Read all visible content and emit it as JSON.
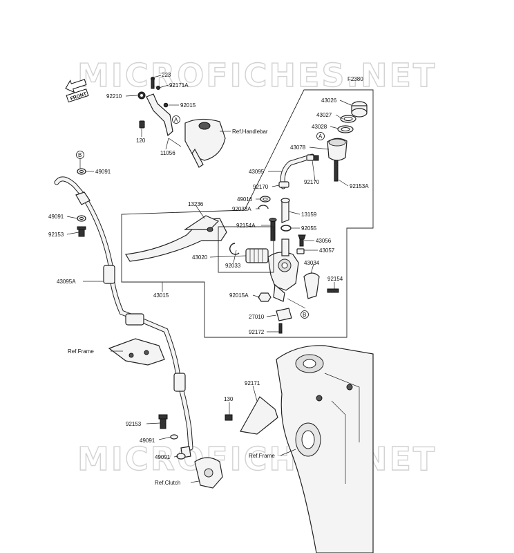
{
  "diagram": {
    "figure_code": "F2380",
    "watermark": "MICROFICHES.NET",
    "front_label": "FRONT",
    "callouts": [
      "A",
      "B"
    ],
    "ref_labels": {
      "handlebar": "Ref.Handlebar",
      "frame_left": "Ref.Frame",
      "frame_bottom": "Ref.Frame",
      "clutch": "Ref.Clutch"
    },
    "parts": {
      "p223": "223",
      "p92171A": "92171A",
      "p92210": "92210",
      "p92015": "92015",
      "p120": "120",
      "p11056": "11056",
      "p49091_top": "49091",
      "p49091_mid": "49091",
      "p92153_left": "92153",
      "p43095A": "43095A",
      "p43015": "43015",
      "p13236": "13236",
      "p43020": "43020",
      "p92033": "92033",
      "p92015A": "92015A",
      "p27010": "27010",
      "p92172": "92172",
      "p43026": "43026",
      "p43027": "43027",
      "p43028": "43028",
      "p43078": "43078",
      "p43095": "43095",
      "p92170_a": "92170",
      "p92170_b": "92170",
      "p92153A": "92153A",
      "p49016": "49016",
      "p92033A": "92033A",
      "p13159": "13159",
      "p92154A": "92154A",
      "p92055": "92055",
      "p43056": "43056",
      "p43057": "43057",
      "p43034": "43034",
      "p92154": "92154",
      "p92171": "92171",
      "p130": "130",
      "p92153_bottom": "92153",
      "p49091_b1": "49091",
      "p49091_b2": "49091"
    }
  }
}
